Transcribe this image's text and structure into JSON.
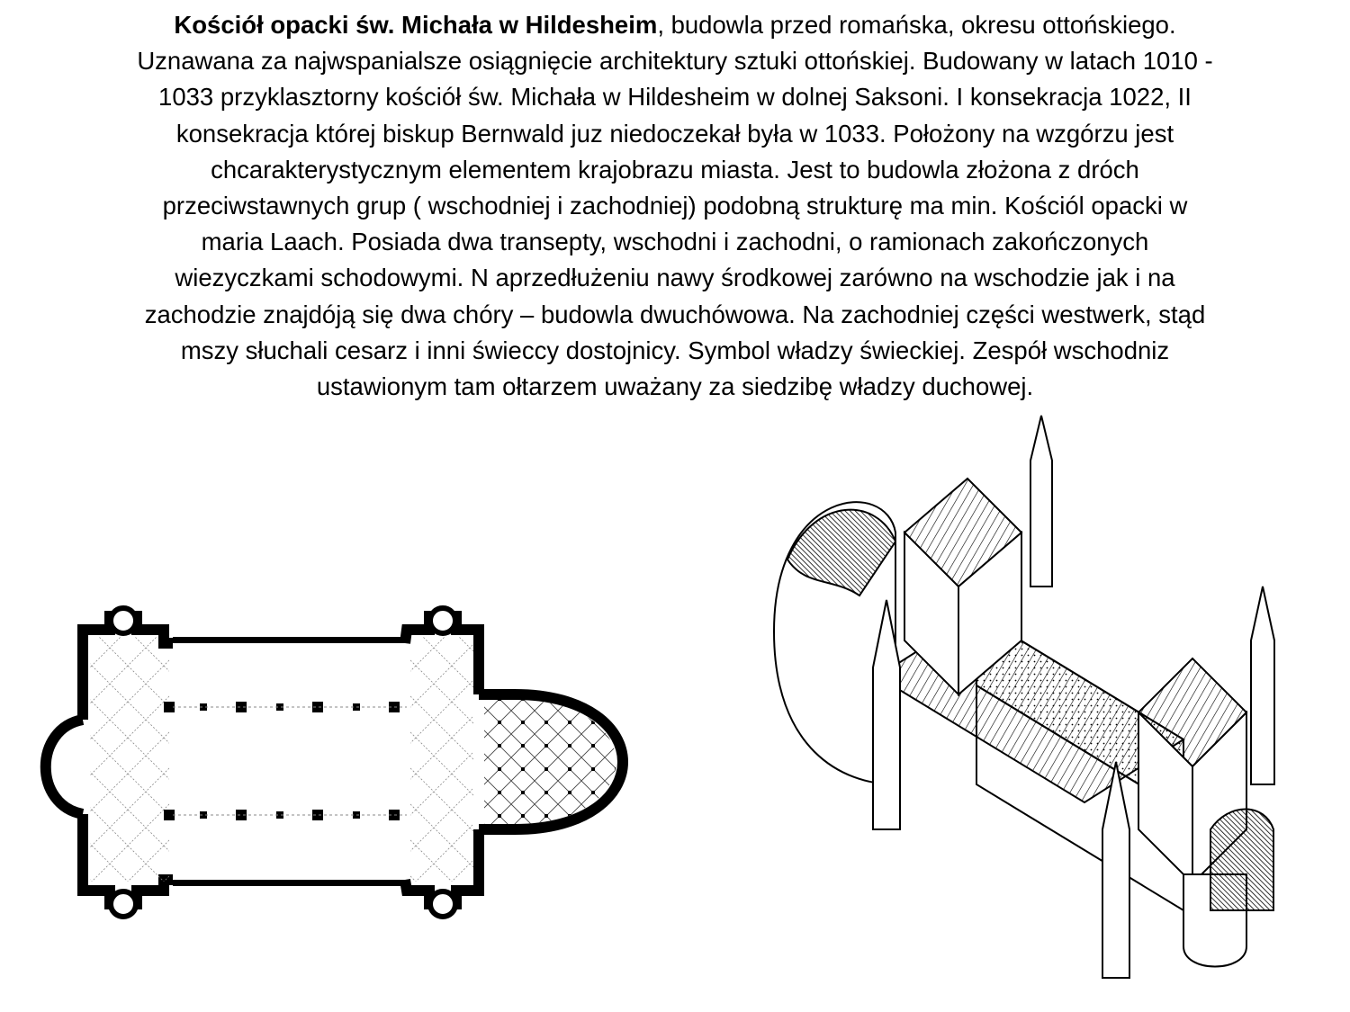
{
  "title_bold": "Kościół opacki św. Michała w Hildesheim",
  "lines": [
    ", budowla przed romańska, okresu ottońskiego.",
    "Uznawana za najwspanialsze osiągnięcie architektury sztuki ottońskiej. Budowany w latach 1010  -",
    "1033 przyklasztorny kościół św. Michała w Hildesheim w dolnej Saksoni. I konsekracja 1022, II",
    "konsekracja której biskup Bernwald juz niedoczekał była w 1033. Położony na wzgórzu jest",
    "chcarakterystycznym elementem krajobrazu miasta. Jest to budowla złożona z dróch",
    "przeciwstawnych grup ( wschodniej i zachodniej) podobną strukturę ma min. Kościól opacki w",
    "maria Laach. Posiada dwa transepty, wschodni i zachodni, o ramionach zakończonych",
    "wiezyczkami schodowymi. N aprzedłużeniu nawy środkowej zarówno na wschodzie jak i na",
    "zachodzie znajdóją się dwa chóry – budowla dwuchówowa. Na zachodniej części westwerk, stąd",
    "mszy słuchali cesarz i inni świeccy dostojnicy. Symbol władzy świeckiej. Zespół wschodniz",
    "ustawionym tam ołtarzem uważany za siedzibę władzy duchowej."
  ],
  "colors": {
    "ink": "#000000",
    "paper": "#ffffff",
    "grid": "#888888"
  }
}
